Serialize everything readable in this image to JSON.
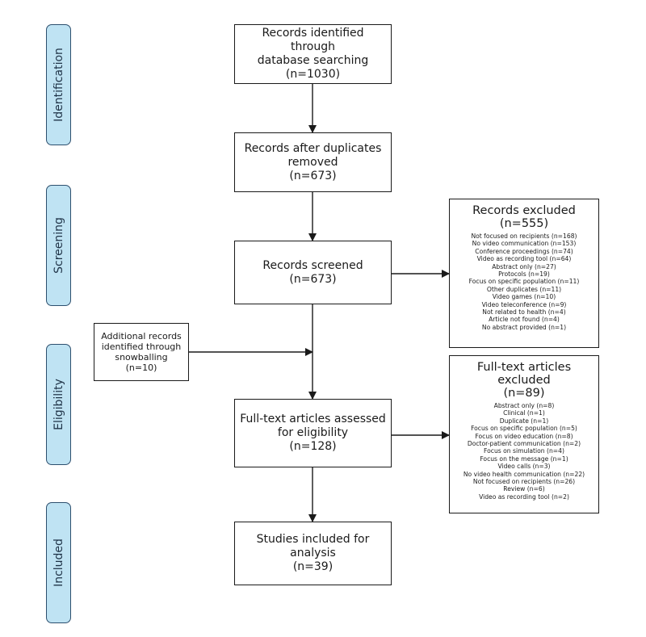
{
  "phases": [
    {
      "id": "identification",
      "label": "Identification"
    },
    {
      "id": "screening",
      "label": "Screening"
    },
    {
      "id": "eligibility",
      "label": "Eligibility"
    },
    {
      "id": "included",
      "label": "Included"
    }
  ],
  "boxes": {
    "identified": {
      "lines": [
        "Records identified through",
        "database searching",
        "(n=1030)"
      ]
    },
    "deduplicated": {
      "lines": [
        "Records after duplicates",
        "removed",
        "(n=673)"
      ]
    },
    "screened": {
      "lines": [
        "Records screened",
        "(n=673)"
      ]
    },
    "snowballing": {
      "lines": [
        "Additional records",
        "identified through",
        "snowballing",
        "(n=10)"
      ]
    },
    "fulltext": {
      "lines": [
        "Full-text articles assessed",
        "for eligibility",
        "(n=128)"
      ]
    },
    "included": {
      "lines": [
        "Studies included for",
        "analysis",
        "(n=39)"
      ]
    }
  },
  "records_excluded": {
    "title_lines": [
      "Records excluded",
      "(n=555)"
    ],
    "items": [
      "Not focused on recipients (n=168)",
      "No video communication (n=153)",
      "Conference proceedings (n=74)",
      "Video as recording tool (n=64)",
      "Abstract only (n=27)",
      "Protocols (n=19)",
      "Focus on specific population (n=11)",
      "Other duplicates (n=11)",
      "Video games (n=10)",
      "Video teleconference (n=9)",
      "Not related to health (n=4)",
      "Article not found (n=4)",
      "No abstract provided (n=1)"
    ]
  },
  "fulltext_excluded": {
    "title_lines": [
      "Full-text articles",
      "excluded",
      "(n=89)"
    ],
    "items": [
      "Abstract only (n=8)",
      "Clinical (n=1)",
      "Duplicate (n=1)",
      "Focus on specific population (n=5)",
      "Focus on video education (n=8)",
      "Doctor-patient communication (n=2)",
      "Focus on simulation (n=4)",
      "Focus on the message (n=1)",
      "Video calls (n=3)",
      "No video health communication (n=22)",
      "Not focused on recipients (n=26)",
      "Review (n=6)",
      "Video as recording tool (n=2)"
    ]
  }
}
